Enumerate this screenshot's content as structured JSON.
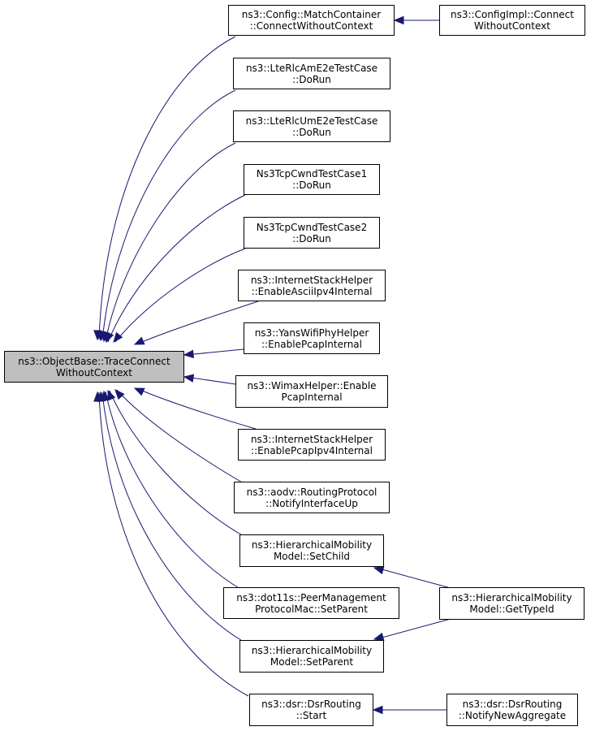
{
  "graph": {
    "edge_color": "#191970",
    "root": {
      "id": "root",
      "lines": [
        "ns3::ObjectBase::TraceConnect",
        "WithoutContext"
      ],
      "fill": "#bfbfbf"
    },
    "nodes": [
      {
        "id": "cfg_match",
        "lines": [
          "ns3::Config::MatchContainer",
          "::ConnectWithoutContext"
        ]
      },
      {
        "id": "lte_am",
        "lines": [
          "ns3::LteRlcAmE2eTestCase",
          "::DoRun"
        ]
      },
      {
        "id": "lte_um",
        "lines": [
          "ns3::LteRlcUmE2eTestCase",
          "::DoRun"
        ]
      },
      {
        "id": "tcp1",
        "lines": [
          "Ns3TcpCwndTestCase1",
          "::DoRun"
        ]
      },
      {
        "id": "tcp2",
        "lines": [
          "Ns3TcpCwndTestCase2",
          "::DoRun"
        ]
      },
      {
        "id": "inet_ascii",
        "lines": [
          "ns3::InternetStackHelper",
          "::EnableAsciiIpv4Internal"
        ]
      },
      {
        "id": "yans",
        "lines": [
          "ns3::YansWifiPhyHelper",
          "::EnablePcapInternal"
        ]
      },
      {
        "id": "wimax",
        "lines": [
          "ns3::WimaxHelper::Enable",
          "PcapInternal"
        ]
      },
      {
        "id": "inet_pcap",
        "lines": [
          "ns3::InternetStackHelper",
          "::EnablePcapIpv4Internal"
        ]
      },
      {
        "id": "aodv",
        "lines": [
          "ns3::aodv::RoutingProtocol",
          "::NotifyInterfaceUp"
        ]
      },
      {
        "id": "hm_child",
        "lines": [
          "ns3::HierarchicalMobility",
          "Model::SetChild"
        ]
      },
      {
        "id": "dot11s",
        "lines": [
          "ns3::dot11s::PeerManagement",
          "ProtocolMac::SetParent"
        ]
      },
      {
        "id": "hm_parent",
        "lines": [
          "ns3::HierarchicalMobility",
          "Model::SetParent"
        ]
      },
      {
        "id": "dsr_start",
        "lines": [
          "ns3::dsr::DsrRouting",
          "::Start"
        ]
      },
      {
        "id": "cfg_impl",
        "lines": [
          "ns3::ConfigImpl::Connect",
          "WithoutContext"
        ]
      },
      {
        "id": "hm_typeid",
        "lines": [
          "ns3::HierarchicalMobility",
          "Model::GetTypeId"
        ]
      },
      {
        "id": "dsr_notify",
        "lines": [
          "ns3::dsr::DsrRouting",
          "::NotifyNewAggregate"
        ]
      }
    ],
    "edges": [
      {
        "from": "cfg_match",
        "to": "root"
      },
      {
        "from": "lte_am",
        "to": "root"
      },
      {
        "from": "lte_um",
        "to": "root"
      },
      {
        "from": "tcp1",
        "to": "root"
      },
      {
        "from": "tcp2",
        "to": "root"
      },
      {
        "from": "inet_ascii",
        "to": "root"
      },
      {
        "from": "yans",
        "to": "root"
      },
      {
        "from": "wimax",
        "to": "root"
      },
      {
        "from": "inet_pcap",
        "to": "root"
      },
      {
        "from": "aodv",
        "to": "root"
      },
      {
        "from": "hm_child",
        "to": "root"
      },
      {
        "from": "dot11s",
        "to": "root"
      },
      {
        "from": "hm_parent",
        "to": "root"
      },
      {
        "from": "dsr_start",
        "to": "root"
      },
      {
        "from": "cfg_impl",
        "to": "cfg_match"
      },
      {
        "from": "hm_typeid",
        "to": "hm_child"
      },
      {
        "from": "hm_typeid",
        "to": "hm_parent"
      },
      {
        "from": "dsr_notify",
        "to": "dsr_start"
      }
    ]
  }
}
